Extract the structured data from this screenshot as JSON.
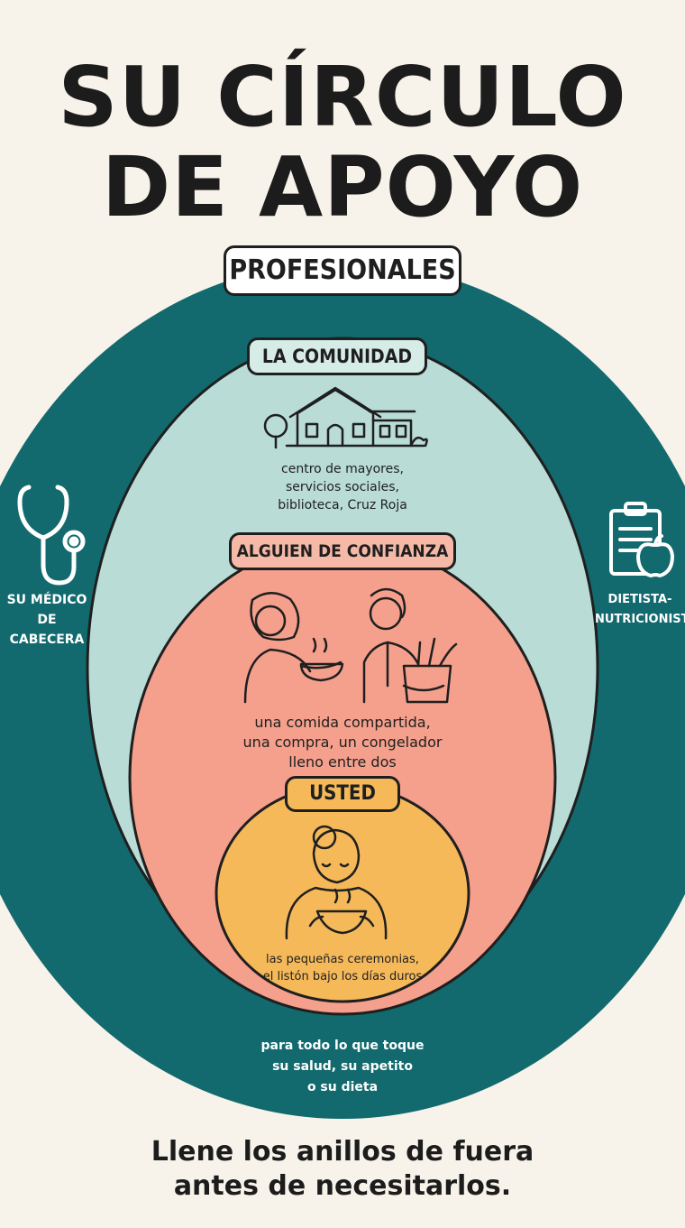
{
  "title": {
    "line1": "SU CÍRCULO",
    "line2": "DE APOYO"
  },
  "rings": {
    "profesionales": {
      "label": "PROFESIONALES",
      "caption_lines": [
        "para todo lo que toque",
        "su salud, su apetito",
        "o su dieta"
      ],
      "left": {
        "icon": "stethoscope-icon",
        "lines": [
          "SU MÉDICO",
          "DE CABECERA"
        ]
      },
      "right": {
        "icon": "clipboard-apple-icon",
        "lines": [
          "DIETISTA-",
          "NUTRICIONISTA"
        ]
      }
    },
    "comunidad": {
      "label": "LA COMUNIDAD",
      "icon": "community-building-icon",
      "caption_lines": [
        "centro de mayores,",
        "servicios sociales,",
        "biblioteca, Cruz Roja"
      ]
    },
    "confianza": {
      "label": "ALGUIEN DE CONFIANZA",
      "icon": "two-people-sharing-icon",
      "caption_lines": [
        "una comida compartida,",
        "una compra, un congelador",
        "lleno entre dos"
      ]
    },
    "usted": {
      "label": "USTED",
      "icon": "person-with-bowl-icon",
      "caption_lines": [
        "las pequeñas ceremonias,",
        "el listón bajo los días duros"
      ]
    }
  },
  "footer": {
    "line1": "Llene los anillos de fuera",
    "line2": "antes de necesitarlos."
  },
  "colors": {
    "background": "#f8f3ea",
    "profesionales": "#126a6e",
    "comunidad": "#b9dcd6",
    "confianza": "#f4a08c",
    "usted": "#f5b95a",
    "outline": "#1f1f1f"
  }
}
